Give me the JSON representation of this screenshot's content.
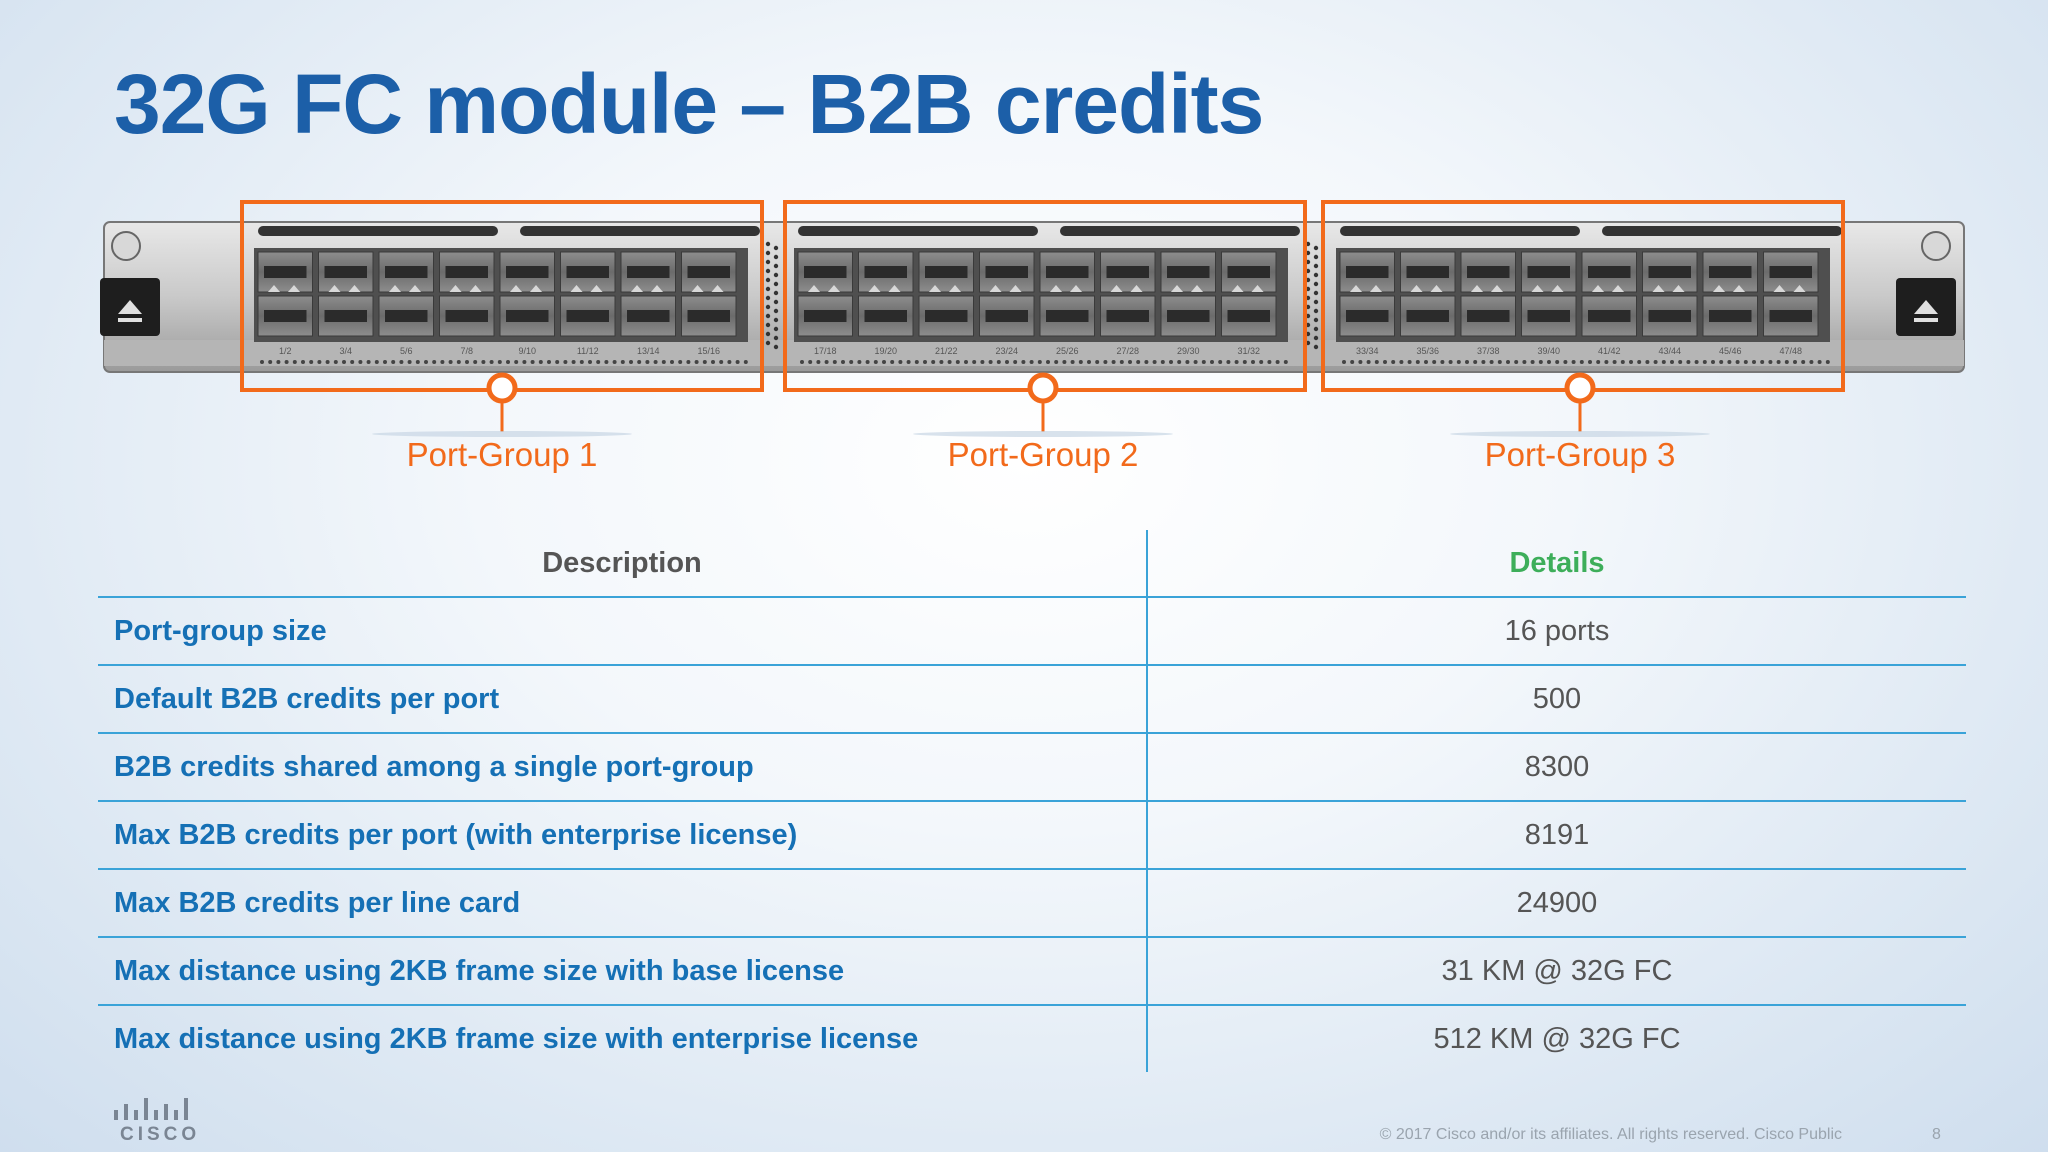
{
  "slide": {
    "title": "32G FC module – B2B credits",
    "port_groups": [
      "Port-Group 1",
      "Port-Group 2",
      "Port-Group 3"
    ],
    "accent_color": "#f26a1b",
    "title_color": "#1c5fa8"
  },
  "linecard": {
    "port_label_pairs": [
      "1/2",
      "3/4",
      "5/6",
      "7/8",
      "9/10",
      "11/12",
      "13/14",
      "15/16",
      "17/18",
      "19/20",
      "21/22",
      "23/24",
      "25/26",
      "27/28",
      "29/30",
      "31/32",
      "33/34",
      "35/36",
      "37/38",
      "39/40",
      "41/42",
      "43/44",
      "45/46",
      "47/48"
    ]
  },
  "table": {
    "headers": {
      "description": "Description",
      "details": "Details"
    },
    "rows": [
      {
        "description": "Port-group size",
        "details": "16 ports"
      },
      {
        "description": "Default B2B credits per port",
        "details": "500"
      },
      {
        "description": "B2B credits shared among a single port-group",
        "details": "8300"
      },
      {
        "description": "Max B2B credits per port (with enterprise license)",
        "details": "8191"
      },
      {
        "description": "Max B2B credits per line card",
        "details": "24900"
      },
      {
        "description": "Max distance using 2KB frame size with base license",
        "details": "31 KM @ 32G FC"
      },
      {
        "description": "Max distance using 2KB frame size with enterprise license",
        "details": "512 KM @ 32G FC"
      }
    ]
  },
  "footer": {
    "logo_text": "CISCO",
    "copyright": "© 2017  Cisco and/or its affiliates. All rights reserved.   Cisco Public",
    "page_number": "8"
  }
}
